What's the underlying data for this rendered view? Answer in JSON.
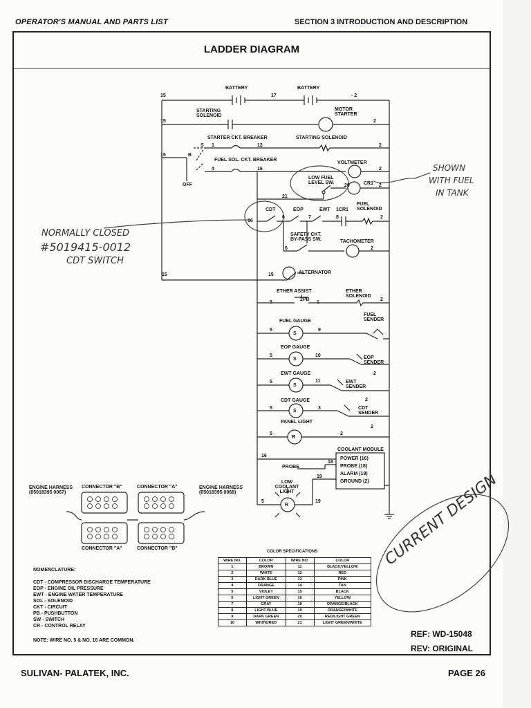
{
  "header": {
    "left": "OPERATOR'S MANUAL AND PARTS LIST",
    "right": "SECTION 3 INTRODUCTION AND DESCRIPTION"
  },
  "title": "LADDER DIAGRAM",
  "labels": {
    "battery": "BATTERY",
    "starting_solenoid": "STARTING SOLENOID",
    "motor_starter": "MOTOR STARTER",
    "starter_ckt_breaker": "STARTER CKT. BREAKER",
    "starting_solenoid_2": "STARTING SOLENOID",
    "fuel_sol_ckt_breaker": "FUEL SOL. CKT. BREAKER",
    "voltmeter": "VOLTMETER",
    "low_fuel_level_sw": "LOW FUEL LEVEL SW.",
    "cr1": "CR1",
    "fuel_solenoid": "FUEL SOLENOID",
    "cdt": "CDT",
    "eop": "EOP",
    "ewt": "EWT",
    "one_cr1": "1CR1",
    "safety_ckt_bypass": "SAFETY CKT. BY-PASS SW.",
    "tachometer": "TACHOMETER",
    "alternator": "ALTERNATOR",
    "ether_assist": "ETHER ASSIST",
    "two_pb": "2PB",
    "ether_solenoid": "ETHER SOLENOID",
    "fuel_gauge": "FUEL GAUGE",
    "fuel_sender": "FUEL SENDER",
    "eop_gauge": "EOP GAUGE",
    "eop_sender": "EOP SENDER",
    "ewt_gauge": "EWT GAUGE",
    "ewt_sender": "EWT SENDER",
    "cdt_gauge": "CDT GAUGE",
    "cdt_sender": "CDT SENDER",
    "panel_light": "PANEL LIGHT",
    "coolant_module": "COOLANT MODULE",
    "probe": "PROBE",
    "low_coolant_light": "LOW COOLANT LIGHT",
    "off": "OFF",
    "gauge_s": "S",
    "lamp_r": "R"
  },
  "coolant_items": [
    "POWER (16)",
    "PROBE (18)",
    "ALARM (19)",
    "GROUND (2)"
  ],
  "wires": {
    "w15": "15",
    "w17": "17",
    "w2": "2",
    "w2neg": "- 2",
    "w1": "1",
    "w12": "12",
    "w4": "4",
    "w16": "16",
    "w8": "8",
    "w21": "21",
    "w20": "20",
    "w6": "6",
    "w7": "7",
    "w5": "5",
    "w9": "9",
    "w10": "10",
    "w11": "11",
    "w3": "3",
    "w18": "18",
    "w19": "19",
    "s": "S",
    "b": "B"
  },
  "connectors": {
    "engine_harness_left": "ENGINE HARNESS (05018395 0067)",
    "engine_harness_right": "ENGINE HARNESS (05018395 0068)",
    "connector_b": "CONNECTOR \"B\"",
    "connector_a": "CONNECTOR \"A\"",
    "connector_a_bottom": "CONNECTOR \"A\"",
    "connector_b_bottom": "CONNECTOR \"B\""
  },
  "nomenclature": {
    "heading": "NOMENCLATURE:",
    "items": [
      "CDT - COMPRESSOR DISCHARGE TEMPERATURE",
      "EOP - ENGINE OIL PRESSURE",
      "EWT - ENGINE WATER TEMPERATURE",
      "SOL - SOLENOID",
      "CKT - CIRCUIT",
      "PB - PUSHBUTTON",
      "SW - SWITCH",
      "CR - CONTROL RELAY"
    ],
    "note": "NOTE: WIRE NO. 5 & NO. 16 ARE COMMON."
  },
  "color_spec": {
    "title": "COLOR SPECIFICATIONS",
    "headers": [
      "WIRE NO.",
      "COLOR",
      "WIRE NO.",
      "COLOR"
    ],
    "rows": [
      [
        "1",
        "BROWN",
        "11",
        "BLACK/YELLOW"
      ],
      [
        "2",
        "WHITE",
        "12",
        "RED"
      ],
      [
        "3",
        "DARK BLUE",
        "13",
        "PINK"
      ],
      [
        "4",
        "ORANGE",
        "14",
        "TAN"
      ],
      [
        "5",
        "VIOLET",
        "15",
        "BLACK"
      ],
      [
        "6",
        "LIGHT GREEN",
        "16",
        "YELLOW"
      ],
      [
        "7",
        "GRAY",
        "18",
        "ORANGE/BLACK"
      ],
      [
        "8",
        "LIGHT BLUE",
        "19",
        "ORANGE/WHITE"
      ],
      [
        "9",
        "DARK GREEN",
        "20",
        "RED/LIGHT GREEN"
      ],
      [
        "10",
        "WHITE/RED",
        "21",
        "LIGHT GREEN/WHITE"
      ]
    ]
  },
  "handwritten": {
    "left_note": [
      "NORMALLY CLOSED",
      "#5019415-0012",
      "CDT SWITCH"
    ],
    "right_note": [
      "SHOWN",
      "WITH FUEL",
      "IN TANK"
    ],
    "stamp": "CURRENT DESIGN"
  },
  "ref": "REF: WD-15048",
  "rev": "REV: ORIGINAL",
  "footer": {
    "company": "SULIVAN- PALATEK, INC.",
    "page": "PAGE 26"
  }
}
